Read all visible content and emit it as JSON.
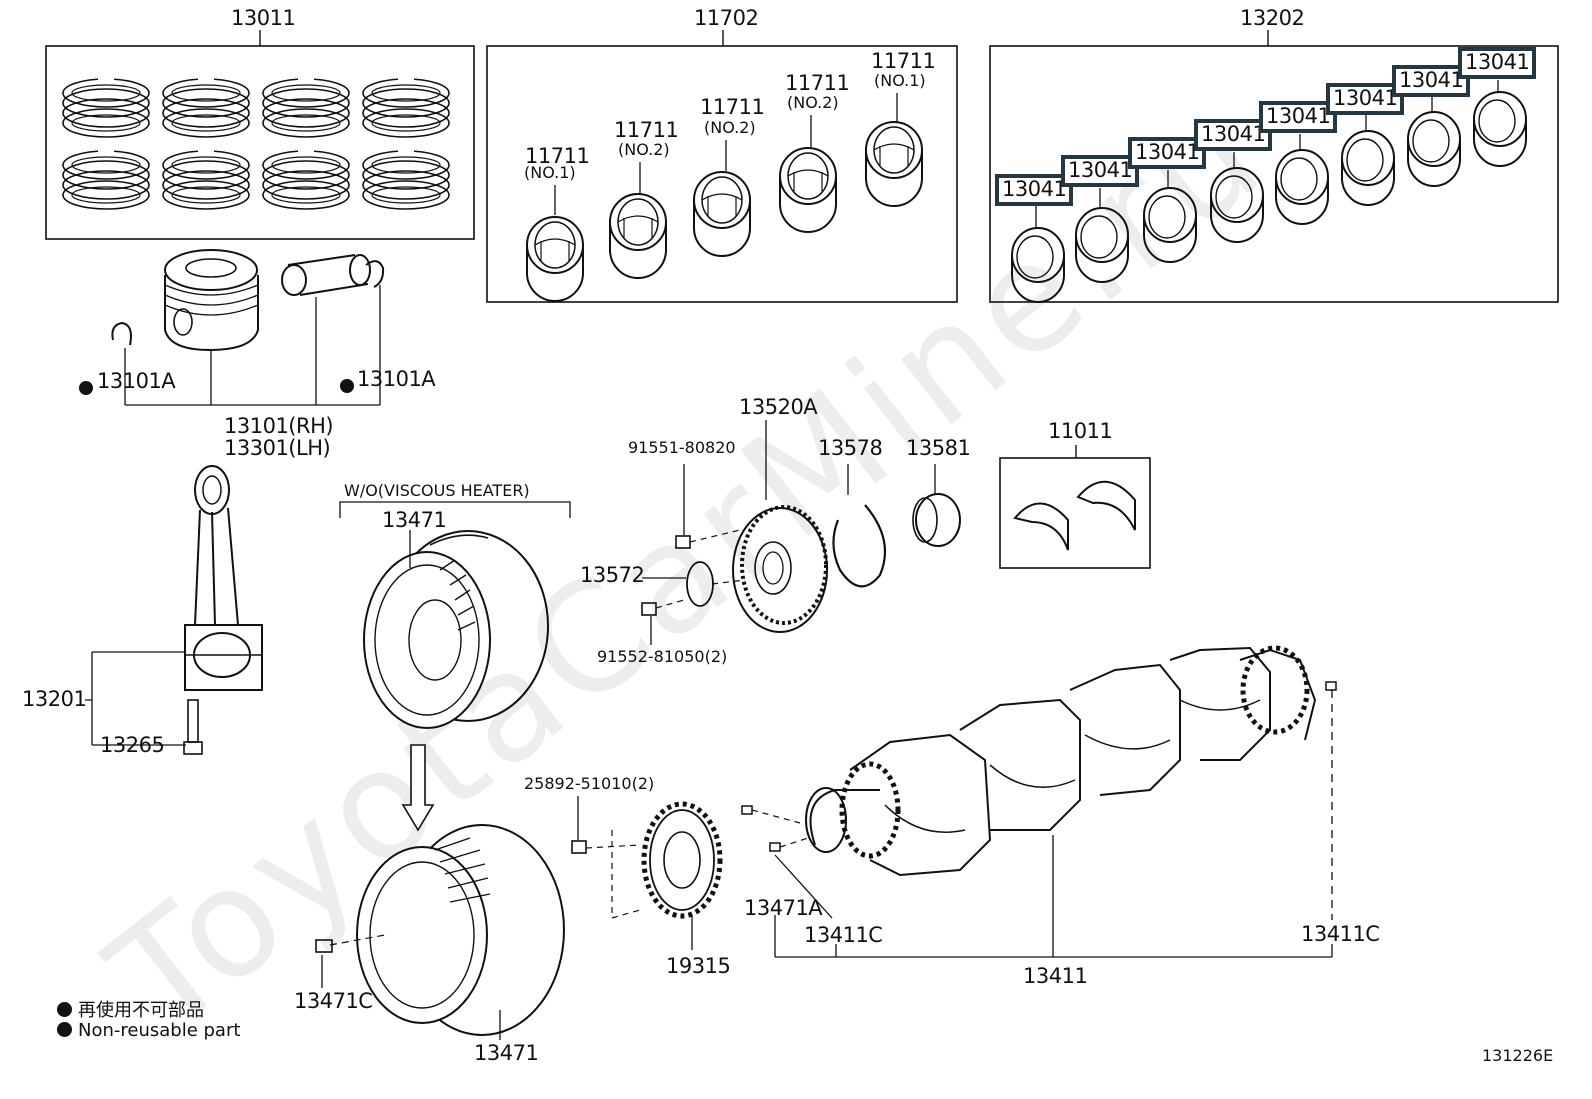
{
  "labels": {
    "ring_set": "13011",
    "rod_bearing_set": "11702",
    "main_bearing_set": "13202",
    "bearing_no1": "11711",
    "bearing_no2": "11711",
    "bearing_no3": "11711",
    "bearing_no4": "11711",
    "bearing_no5": "11711",
    "sub_no1": "(NO.1)",
    "sub_no2": "(NO.2)",
    "main_bearing": "13041",
    "snap_ring_left": "13101A",
    "snap_ring_right": "13101A",
    "piston_rh": "13101(RH)",
    "piston_lh": "13301(LH)",
    "con_rod": "13201",
    "rod_bolt": "13265",
    "wo_viscous_heater": "W/O(VISCOUS HEATER)",
    "pulley_top": "13471",
    "pulley_bottom": "13471",
    "pulley_bolt": "13471C",
    "gear_assy": "13520A",
    "bolt_91551": "91551-80820",
    "washer_13578": "13578",
    "sleeve_13581": "13581",
    "plate_13572": "13572",
    "bolt_91552": "91552-81050(2)",
    "thrust_washer_set": "11011",
    "bolt_25892": "25892-51010(2)",
    "timing_rotor": "19315",
    "key_13471a": "13471A",
    "pin_13411c_left": "13411C",
    "pin_13411c_right": "13411C",
    "crankshaft": "13411",
    "diagram_id": "131226E"
  },
  "legend": {
    "jp": "再使用不可部品",
    "en": "Non-reusable part"
  },
  "watermark": "ToyotaCarMine.ru"
}
